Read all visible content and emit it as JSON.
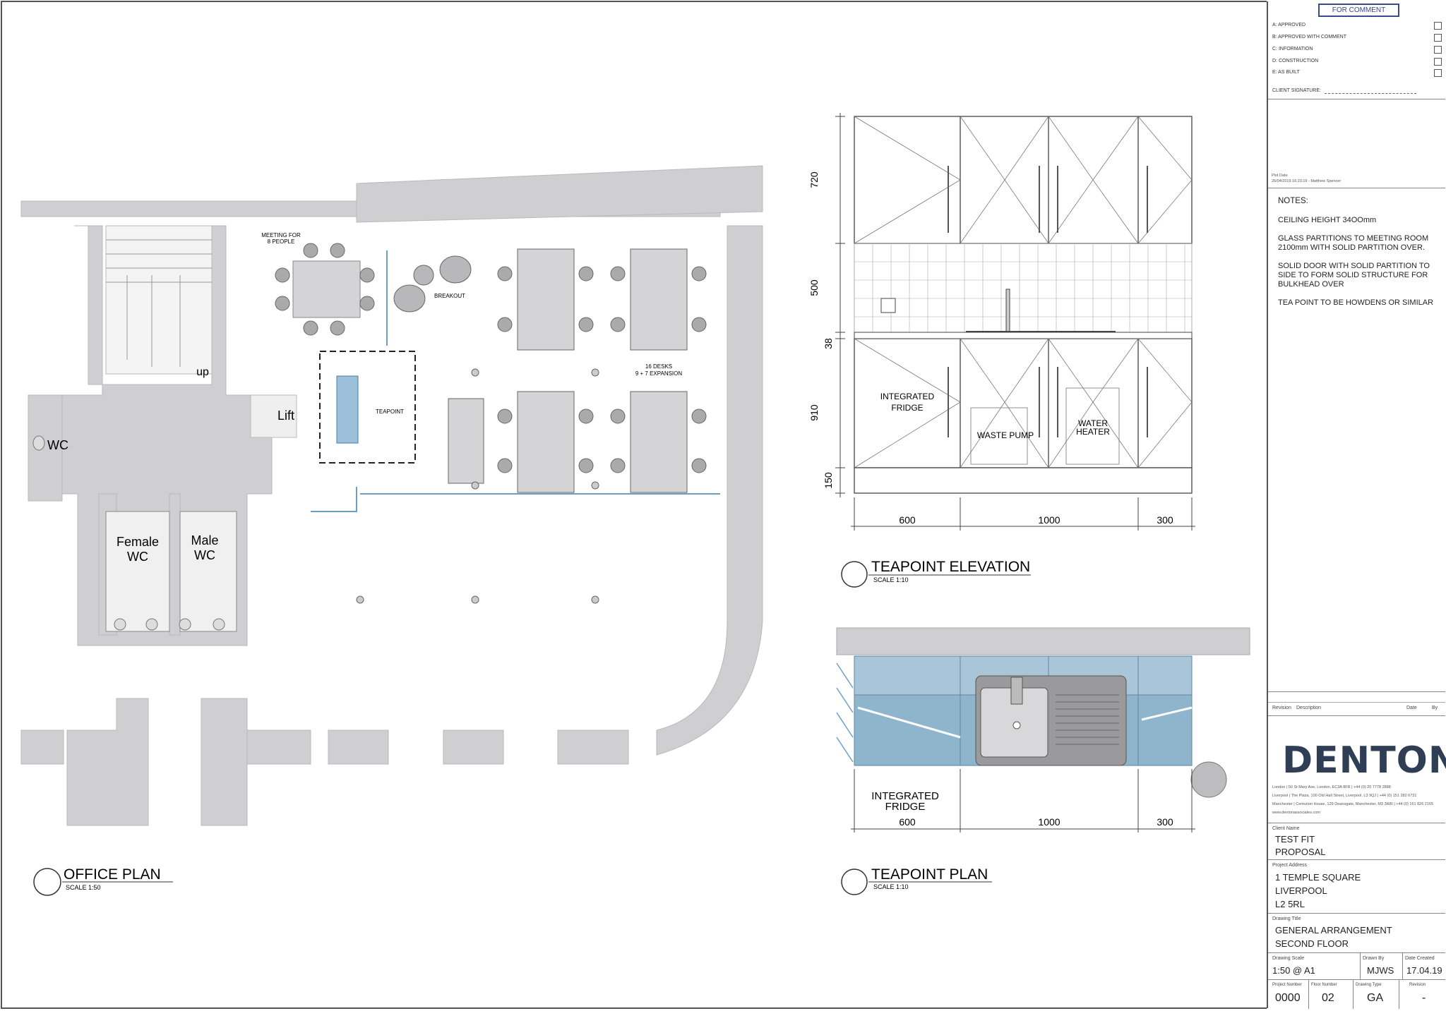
{
  "status": {
    "header": "FOR COMMENT",
    "options": [
      "A: APPROVED",
      "B: APPROVED WITH COMMENT",
      "C: INFORMATION",
      "D: CONSTRUCTION",
      "E: AS BUILT"
    ],
    "client_signature_label": "CLIENT SIGNATURE:"
  },
  "plot_date": {
    "label": "Plot Date",
    "value": "26/04/2019 16:23:19 - Matthew Spencer"
  },
  "notes": {
    "title": "NOTES:",
    "items": [
      "CEILING HEIGHT 34OOmm",
      "GLASS PARTITIONS TO MEETING ROOM 2100mm WITH SOLID PARTITION OVER.",
      "SOLID DOOR WITH SOLID PARTITION TO SIDE TO FORM SOLID STRUCTURE FOR BULKHEAD OVER",
      "TEA POINT TO BE HOWDENS OR SIMILAR"
    ]
  },
  "revision_table": {
    "revision": "Revision",
    "description": "Description",
    "date": "Date",
    "by": "By"
  },
  "company": {
    "logo": "DENTON",
    "offices": [
      "London | 50 St Mary Axe, London, EC3A 8FR | +44 (0) 20 7778 2888",
      "Liverpool | The Plaza, 100 Old Hall Street, Liverpool, L3 9QJ | +44 (0) 151 282 6731",
      "Manchester | Centurion House, 129 Deansgate, Manchester, M3 3WR | +44 (0) 161 826 2165"
    ],
    "website": "www.dentonassociates.com"
  },
  "client": {
    "label": "Client Name",
    "line1": "TEST FIT",
    "line2": "PROPOSAL"
  },
  "project_address": {
    "label": "Project Address",
    "lines": [
      "1 TEMPLE SQUARE",
      "LIVERPOOL",
      "L2 5RL"
    ]
  },
  "drawing_title": {
    "label": "Drawing Title",
    "lines": [
      "GENERAL ARRANGEMENT",
      "SECOND FLOOR"
    ]
  },
  "meta1": {
    "scale_label": "Drawing Scale",
    "scale": "1:50 @ A1",
    "drawn_label": "Drawn By",
    "drawn": "MJWS",
    "date_label": "Date Created",
    "date": "17.04.19"
  },
  "meta2": {
    "project_label": "Project Number",
    "project": "0000",
    "floor_label": "Floor Number",
    "floor": "02",
    "type_label": "Drawing Type",
    "type": "GA",
    "revision_label": "Revision",
    "revision": "-"
  },
  "plan_labels": {
    "office_plan": "OFFICE PLAN",
    "office_scale": "SCALE 1:50",
    "meeting": "MEETING FOR",
    "meeting2": "8 PEOPLE",
    "breakout": "BREAKOUT",
    "teapoint": "TEAPOINT",
    "desks": "16 DESKS",
    "desks2": "9 + 7 EXPANSION",
    "up": "up",
    "lift": "Lift",
    "wc": "WC",
    "female": "Female",
    "male": "Male",
    "wc2": "WC"
  },
  "elevation": {
    "title": "TEAPOINT ELEVATION",
    "scale": "SCALE 1:10",
    "dims_v": [
      "720",
      "500",
      "38",
      "910",
      "150"
    ],
    "dims_h": [
      "600",
      "1000",
      "300"
    ],
    "fridge": "INTEGRATED",
    "fridge2": "FRIDGE",
    "pump": "WASTE PUMP",
    "heater": "WATER",
    "heater2": "HEATER"
  },
  "tp_plan": {
    "title": "TEAPOINT PLAN",
    "scale": "SCALE 1:10",
    "fridge": "INTEGRATED",
    "fridge2": "FRIDGE",
    "dims_h": [
      "600",
      "1000",
      "300"
    ]
  }
}
